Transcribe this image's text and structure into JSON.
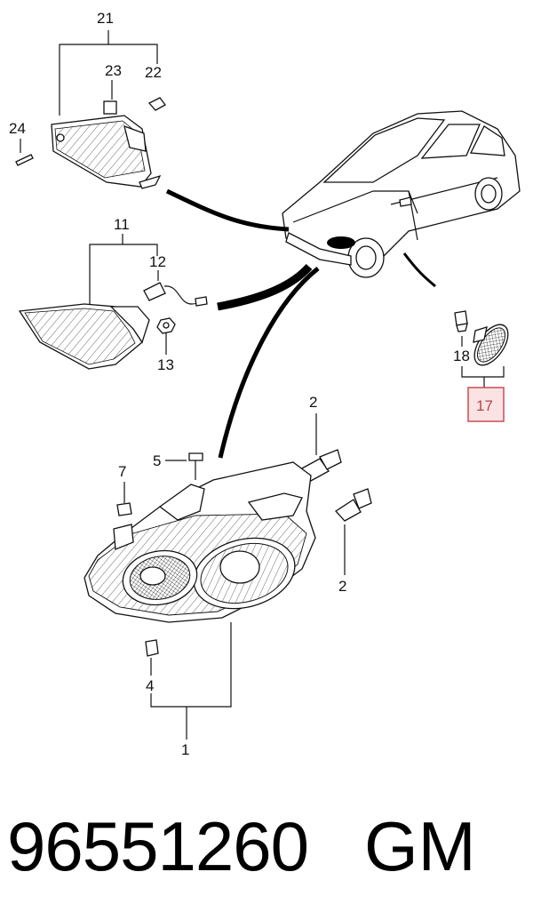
{
  "callouts": {
    "c21": "21",
    "c23": "23",
    "c22": "22",
    "c24": "24",
    "c11": "11",
    "c12": "12",
    "c13": "13",
    "c18": "18",
    "c17": "17",
    "c2a": "2",
    "c5": "5",
    "c7": "7",
    "c2b": "2",
    "c4": "4",
    "c1": "1"
  },
  "footer": {
    "part_number": "96551260",
    "brand": "GM"
  },
  "colors": {
    "highlight_border": "#cc4b55",
    "highlight_fill": "#fbe3e4",
    "highlight_text": "#b3464b"
  }
}
